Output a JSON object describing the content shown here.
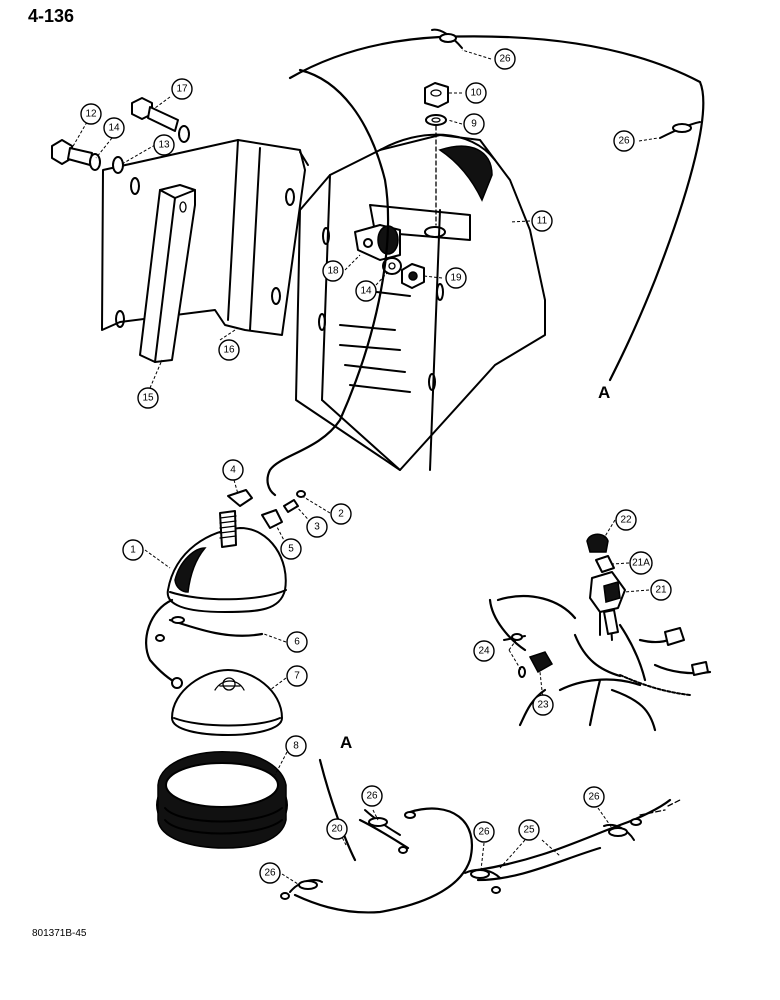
{
  "page": {
    "number": "4-136",
    "figure_code": "801371B-45"
  },
  "callouts": {
    "c1": "1",
    "c2": "2",
    "c3": "3",
    "c4": "4",
    "c5": "5",
    "c6": "6",
    "c7": "7",
    "c8": "8",
    "c9": "9",
    "c10": "10",
    "c11": "11",
    "c12": "12",
    "c13": "13",
    "c14a": "14",
    "c14b": "14",
    "c15": "15",
    "c16": "16",
    "c17": "17",
    "c18": "18",
    "c19": "19",
    "c20": "20",
    "c21": "21",
    "c21a": "21A",
    "c22": "22",
    "c23": "23",
    "c24": "24",
    "c25": "25",
    "c26a": "26",
    "c26b": "26",
    "c26c": "26",
    "c26d": "26",
    "c26e": "26"
  },
  "refs": {
    "a_upper": "A",
    "a_lower": "A"
  }
}
